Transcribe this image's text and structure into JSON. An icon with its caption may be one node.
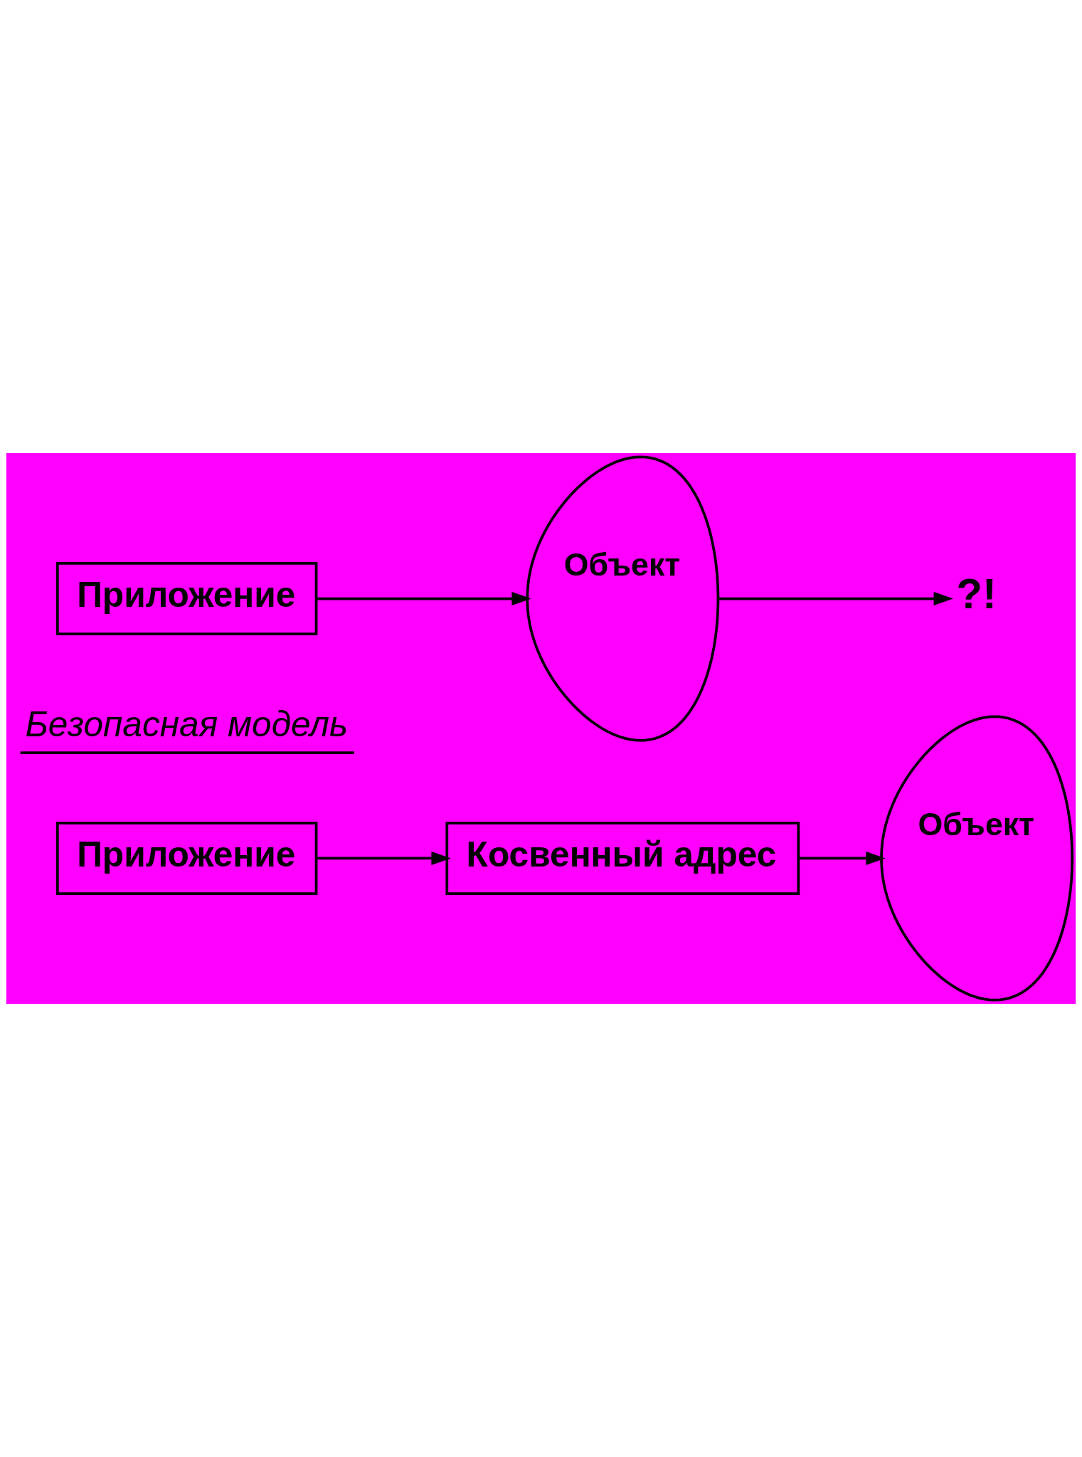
{
  "diagram": {
    "nodes": [
      {
        "text": [
          "Объект"
        ]
      },
      {
        "text": [
          "Приложение"
        ]
      },
      {
        "text": [
          "?!"
        ]
      },
      {
        "text": [
          "Объект"
        ]
      },
      {
        "text": [
          "Приложение"
        ]
      },
      {
        "text": [
          "Косвенный адрес"
        ]
      }
    ],
    "edges": [
      {
        "from": 1,
        "to": 0,
        "arrow": "to"
      },
      {
        "from": 0,
        "to": 2,
        "arrow": "to"
      },
      {
        "from": 4,
        "to": 5,
        "arrow": "to"
      },
      {
        "from": 5,
        "to": 3,
        "arrow": "to"
      }
    ],
    "labels": [
      "Безопасная модель"
    ]
  }
}
